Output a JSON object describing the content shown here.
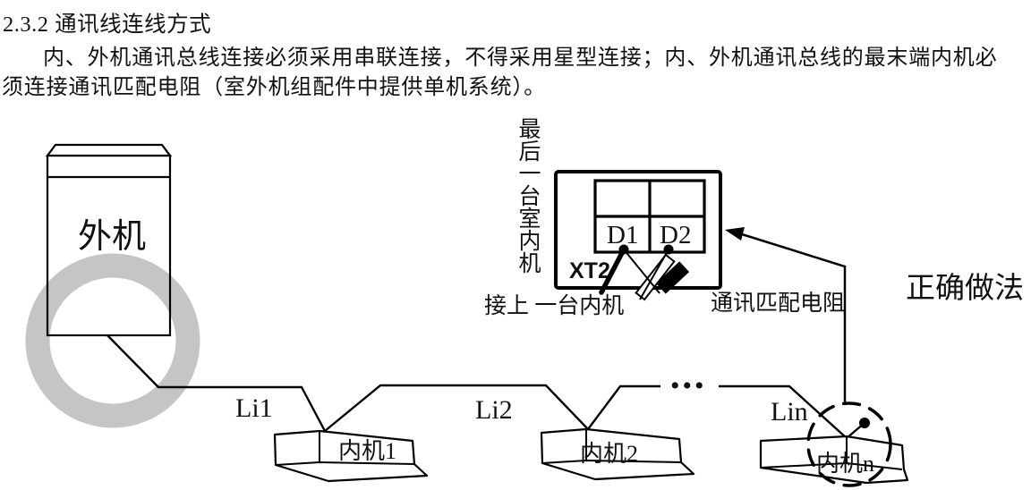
{
  "heading": "2.3.2 通讯线连线方式",
  "paragraph": {
    "line1": "内、外机通讯总线连接必须采用串联连接，不得采用星型连接；内、外机通讯总线的最末端内机必",
    "line2": "须连接通讯匹配电阻（室外机组配件中提供单机系统）。"
  },
  "diagram": {
    "outdoor_unit": {
      "label": "外机"
    },
    "indoor_units": [
      {
        "label": "内机1",
        "wire_label": "Li1"
      },
      {
        "label": "内机2",
        "wire_label": "Li2"
      },
      {
        "label": "内机n",
        "wire_label": "Lin"
      }
    ],
    "ellipsis": "•••",
    "terminal_detail": {
      "vertical_label": "最后一台室内机",
      "terminals": [
        "D1",
        "D2"
      ],
      "block_label": "XT2",
      "connect_note": "接上 一台内机",
      "resistor_note": "通讯匹配电阻"
    },
    "verdict": "正确做法",
    "colors": {
      "highlight_ring": "#c5c5c5",
      "line": "#000000"
    }
  }
}
